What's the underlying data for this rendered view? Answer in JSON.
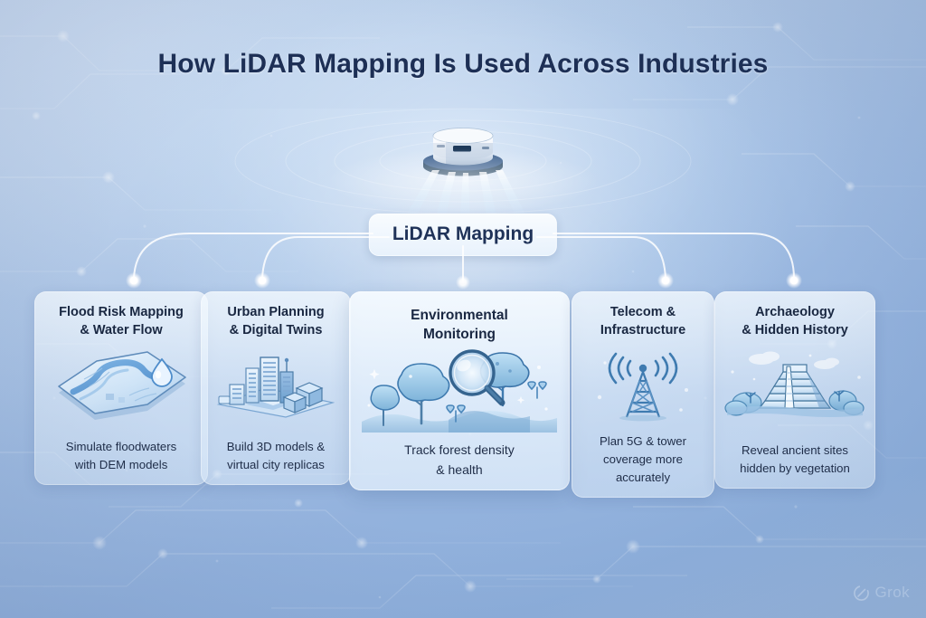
{
  "page": {
    "title": "How LiDAR Mapping Is Used Across Industries",
    "background_color": "#9fbbe1",
    "title_color": "#1d2f55"
  },
  "hub": {
    "label": "LiDAR Mapping",
    "device_icon": "lidar-scanner-icon"
  },
  "cards": [
    {
      "id": "flood-risk-mapping",
      "title": "Flood Risk Mapping\n& Water Flow",
      "description": "Simulate floodwaters\nwith DEM models",
      "icon": "terrain-water-map-icon",
      "featured": false
    },
    {
      "id": "urban-planning",
      "title": "Urban Planning\n& Digital Twins",
      "description": "Build 3D models &\nvirtual city replicas",
      "icon": "city-buildings-icon",
      "featured": false
    },
    {
      "id": "environmental-monitoring",
      "title": "Environmental\nMonitoring",
      "description": "Track forest density\n& health",
      "icon": "forest-magnifier-icon",
      "featured": true
    },
    {
      "id": "telecom-infrastructure",
      "title": "Telecom &\nInfrastructure",
      "description": "Plan 5G & tower\ncoverage more\naccurately",
      "icon": "cell-tower-signal-icon",
      "featured": false
    },
    {
      "id": "archaeology-hidden-history",
      "title": "Archaeology\n& Hidden History",
      "description": "Reveal ancient sites\nhidden by vegetation",
      "icon": "pyramid-ruins-icon",
      "featured": false
    }
  ],
  "watermark": {
    "label": "Grok",
    "icon": "grok-logo-icon"
  }
}
